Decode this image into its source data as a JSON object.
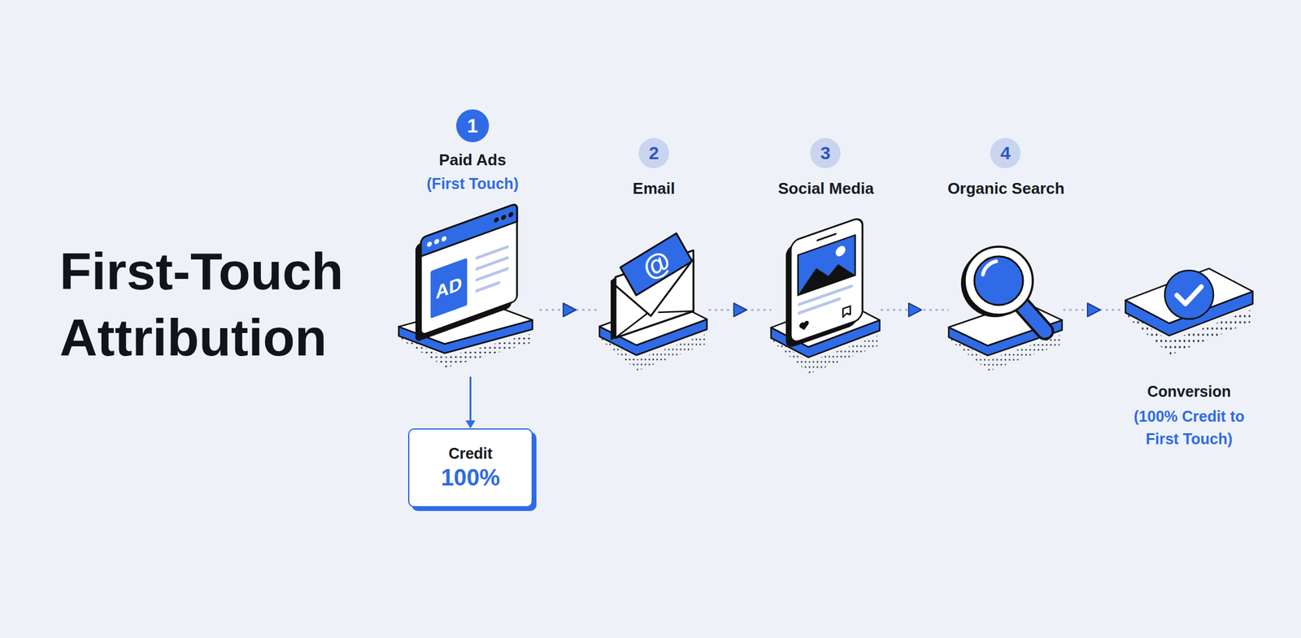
{
  "diagram": {
    "title": "First-Touch Attribution",
    "nodes": [
      {
        "text": [
          "Paid Ads",
          "(First Touch)"
        ]
      },
      {
        "text": [
          "Email"
        ]
      },
      {
        "text": [
          "Social Media"
        ]
      },
      {
        "text": [
          "Organic Search"
        ]
      },
      {
        "text": [
          "Conversion",
          "(100% Credit to First Touch)"
        ]
      },
      {
        "text": [
          "Credit",
          "100%"
        ]
      }
    ],
    "edges": [
      {
        "from": 0,
        "to": 1,
        "arrow": "to"
      },
      {
        "from": 1,
        "to": 2,
        "arrow": "to"
      },
      {
        "from": 2,
        "to": 3,
        "arrow": "to"
      },
      {
        "from": 3,
        "to": 4,
        "arrow": "to"
      },
      {
        "from": 0,
        "to": 5,
        "arrow": "to"
      }
    ],
    "labels": [
      "1",
      "2",
      "3",
      "4",
      "AD",
      "@"
    ]
  }
}
